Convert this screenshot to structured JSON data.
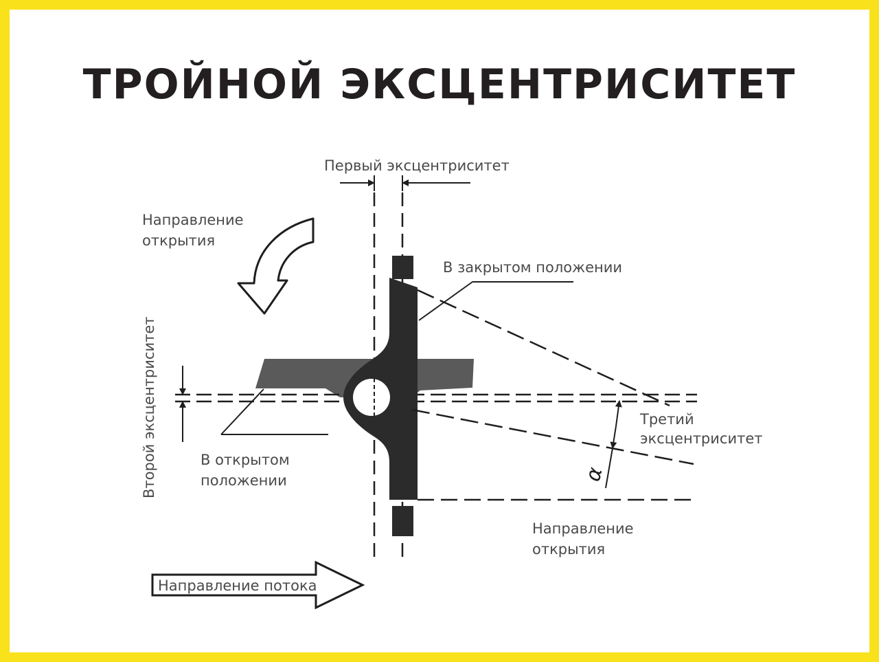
{
  "title": "ТРОЙНОЙ ЭКСЦЕНТРИСИТЕТ",
  "labels": {
    "first_ecc": "Первый эксцентриситет",
    "open_dir_top_line1": "Направление",
    "open_dir_top_line2": "открытия",
    "closed_pos": "В закрытом положении",
    "second_ecc": "Второй эксцентриситет",
    "open_pos_line1": "В открытом",
    "open_pos_line2": "положении",
    "third_ecc_line1": "Третий",
    "third_ecc_line2": "эксцентриситет",
    "alpha": "α",
    "open_dir_bottom_line1": "Направление",
    "open_dir_bottom_line2": "открытия",
    "flow_dir": "Направление потока"
  },
  "colors": {
    "border": "#f9e21b",
    "title": "#231f20",
    "disc_closed": "#2b2b2b",
    "disc_open": "#5a5a5a",
    "lines": "#1e1e1e"
  }
}
